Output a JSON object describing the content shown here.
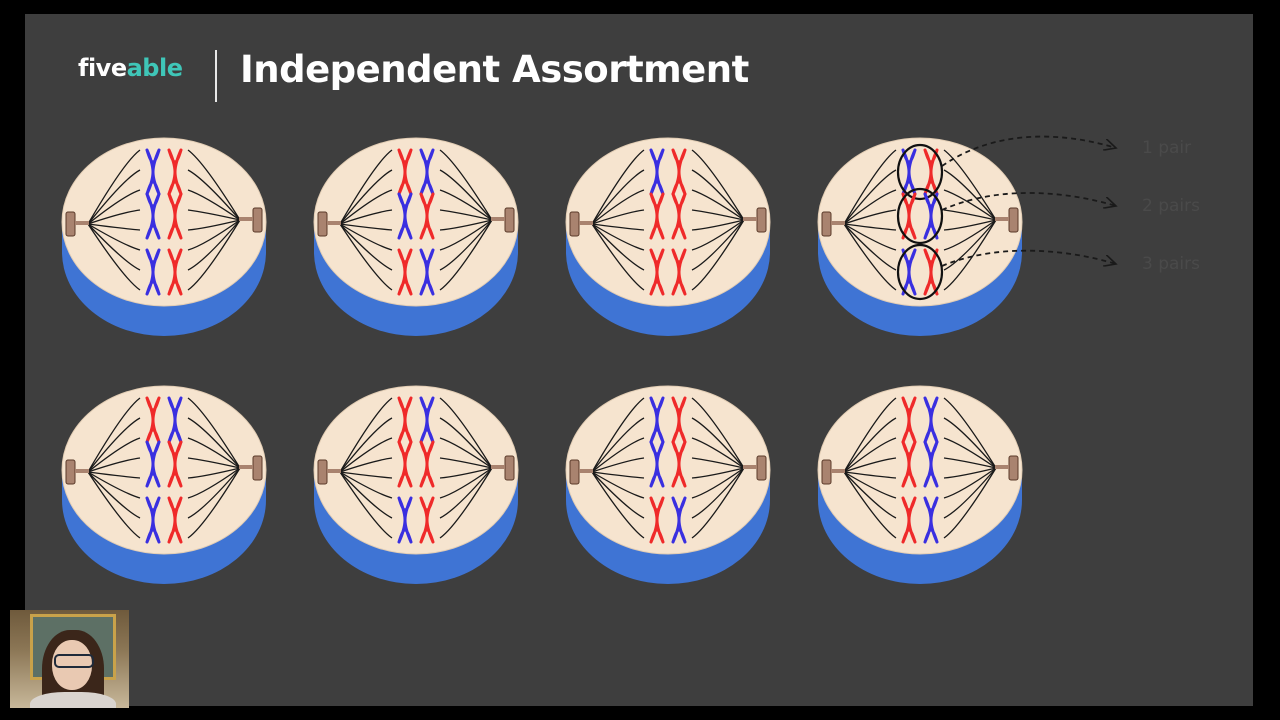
{
  "header": {
    "logo_part1": "five",
    "logo_part2": "able",
    "title": "Independent Assortment"
  },
  "colors": {
    "slide_background": "#3e3e3e",
    "cell_cytoplasm": "#f6e4cf",
    "cell_base": "#3f74d4",
    "chromosome_red": "#ef2a2a",
    "chromosome_blue": "#3a2fe0",
    "spindle": "#1a1a1a",
    "centrosome": "#a9836f",
    "logo_accent": "#3fc6b8"
  },
  "diagram": {
    "cells": [
      {
        "row": 1,
        "col": 1,
        "pairs": [
          "blue-red",
          "blue-red",
          "blue-red"
        ]
      },
      {
        "row": 1,
        "col": 2,
        "pairs": [
          "red-blue",
          "blue-red",
          "red-blue"
        ]
      },
      {
        "row": 1,
        "col": 3,
        "pairs": [
          "blue-red",
          "red-red",
          "red-red"
        ]
      },
      {
        "row": 1,
        "col": 4,
        "pairs": [
          "blue-red",
          "red-blue",
          "blue-red"
        ],
        "circled": true
      },
      {
        "row": 2,
        "col": 1,
        "pairs": [
          "red-blue",
          "blue-red",
          "blue-red"
        ]
      },
      {
        "row": 2,
        "col": 2,
        "pairs": [
          "red-blue",
          "red-red",
          "blue-red"
        ]
      },
      {
        "row": 2,
        "col": 3,
        "pairs": [
          "blue-red",
          "blue-red",
          "red-blue"
        ]
      },
      {
        "row": 2,
        "col": 4,
        "pairs": [
          "red-blue",
          "red-blue",
          "red-blue"
        ]
      }
    ],
    "pair_labels": [
      "1 pair",
      "2 pairs",
      "3 pairs"
    ]
  },
  "webcam": {
    "icon": "presenter-webcam"
  }
}
